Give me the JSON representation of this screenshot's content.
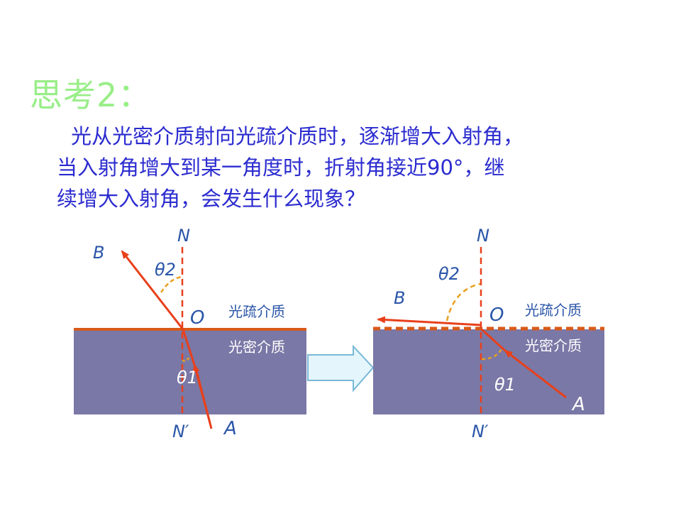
{
  "heading": "思考2：",
  "paragraph": {
    "line1": "光从光密介质射向光疏介质时，逐渐增大入射角，",
    "line2": "当入射角增大到某一角度时，折射角接近90°，继",
    "line3": "续增大入射角，会发生什么现象？"
  },
  "left_diagram": {
    "normal_top": "N",
    "normal_bottom": "N′",
    "point": "O",
    "ray_out": "B",
    "ray_in": "A",
    "angle_refract": "θ2",
    "angle_incident": "θ1",
    "medium_top": "光疏介质",
    "medium_bottom": "光密介质"
  },
  "right_diagram": {
    "normal_top": "N",
    "normal_bottom": "N′",
    "point": "O",
    "ray_out": "B",
    "ray_in": "A",
    "angle_refract": "θ2",
    "angle_incident": "θ1",
    "medium_top": "光疏介质",
    "medium_bottom": "光密介质"
  },
  "colors": {
    "heading": "#99ee88",
    "text": "#2b2bd0",
    "medium": "#7a78a6",
    "ray": "#e8401c",
    "normal": "#e8401c",
    "angle_arc": "#e8a020",
    "interface": "#d85a1a",
    "arrow_fill": "#e4f6fb",
    "arrow_stroke": "#7ab8d8"
  }
}
